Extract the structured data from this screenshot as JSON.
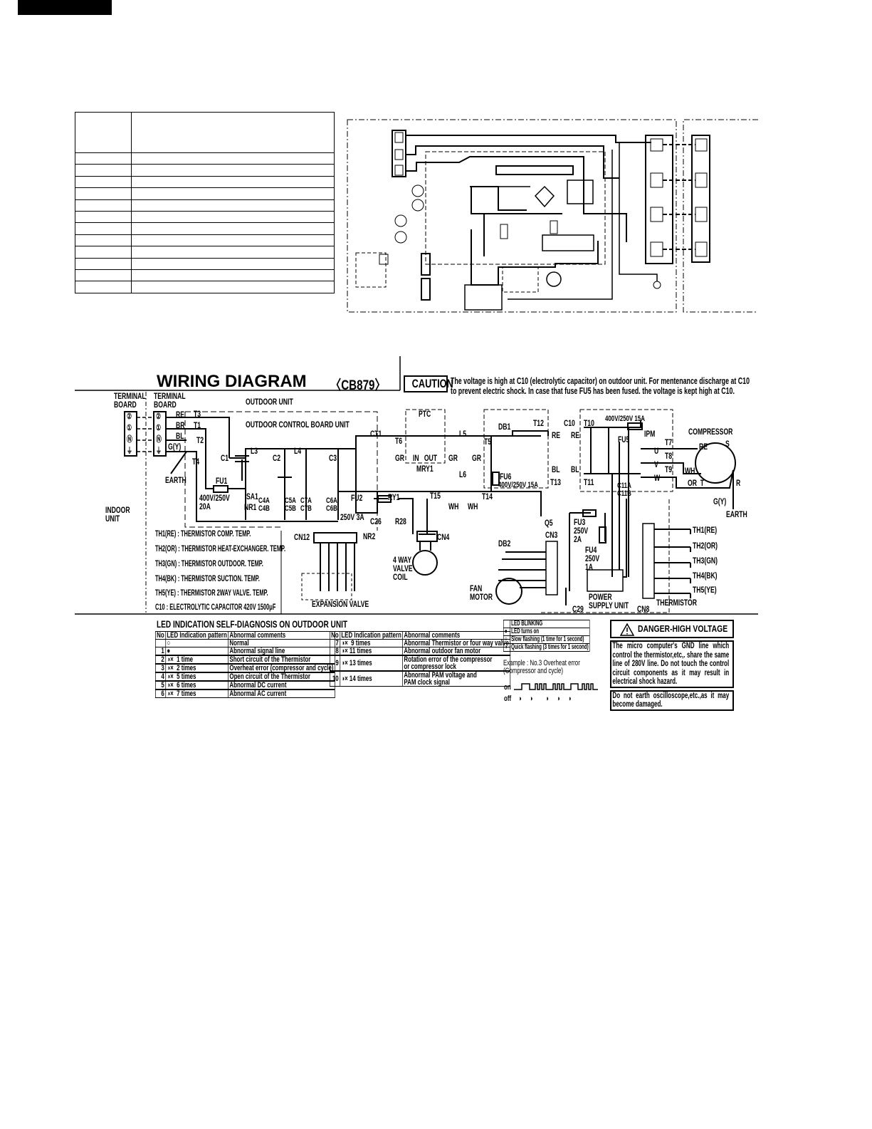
{
  "header": {
    "title": "WIRING DIAGRAM",
    "code": "〈CB879〉"
  },
  "caution": {
    "label": "CAUTION",
    "text": "The voltage is high at C10 (electrolytic capacitor) on outdoor unit. For mentenance discharge at C10\nto prevent electric shock. In case that fuse FU5 has been fused. the voltage is kept high at C10."
  },
  "diagram": {
    "tb_left": "TERMINAL\nBOARD",
    "tb_right": "TERMINAL\nBOARD",
    "term": [
      "②",
      "①",
      "Ⓝ",
      "⏚"
    ],
    "re": "RE",
    "br": "BR",
    "bl": "BL",
    "gy": "G(Y)",
    "t3": "T3",
    "t1": "T1",
    "t2": "T2",
    "t4": "T4",
    "earth1": "EARTH",
    "outdoor_unit": "OUTDOOR UNIT",
    "control_board": "OUTDOOR CONTROL BOARD UNIT",
    "indoor_unit": "INDOOR\nUNIT",
    "c1": "C1",
    "l3": "L3",
    "c2": "C2",
    "l4": "L4",
    "c3": "C3",
    "fu1": "FU1",
    "fu1_rating": "400V/250V\n20A",
    "sa1": "SA1",
    "nr1": "NR1",
    "c4": "C4A\nC4B",
    "c5": "C5A\nC5B",
    "c7": "C7A\nC7B",
    "c6": "C6A\nC6B",
    "ct1": "CT1",
    "t6": "T6",
    "gr1": "GR",
    "ptc": "PTC",
    "in_out": "IN   OUT",
    "mry1": "MRY1",
    "l5": "L5",
    "gr2": "GR",
    "gr3": "GR",
    "t5": "T5",
    "l6": "L6",
    "t15": "T15",
    "wh1": "WH",
    "wh2": "WH",
    "t14": "T14",
    "fu2": "FU2",
    "fu2_rating": "250V 3A",
    "c26": "C26",
    "ry1": "RY1",
    "r28": "R28",
    "nr2": "NR2",
    "cn4": "CN4",
    "cn12": "CN12",
    "valve_coil": "4 WAY\nVALVE\nCOIL",
    "expansion_valve": "EXPANSION VALVE",
    "db1": "DB1",
    "fu6": "FU6",
    "fu6_rating": "400V/250V 15A",
    "db2": "DB2",
    "q5": "Q5",
    "t12": "T12",
    "c10": "C10",
    "re2": "RE",
    "re3": "RE",
    "bl2": "BL",
    "bl3": "BL",
    "t13": "T13",
    "t10": "T10",
    "t11": "T11",
    "fu5_rating": "400V/250V 15A",
    "fu5": "FU5",
    "ipm": "IPM",
    "u": "U",
    "v": "V",
    "w": "W",
    "t7": "T7",
    "t8": "T8",
    "t9": "T9",
    "c11": "C11A\nC11B",
    "compressor": "COMPRESSOR",
    "re4": "RE",
    "s": "S",
    "wh3": "WH",
    "or_t": "OR  T",
    "r": "R",
    "gy2": "G(Y)",
    "earth2": "EARTH",
    "fu3": "FU3\n250V\n2A",
    "fu4": "FU4\n250V\n1A",
    "cn3": "CN3",
    "fan_motor": "FAN\nMOTOR",
    "power_supply": "POWER\nSUPPLY UNIT",
    "c29": "C29",
    "cn8": "CN8",
    "thermistor": "THERMISTOR",
    "th_labels": [
      "TH1(RE)",
      "TH2(OR)",
      "TH3(GN)",
      "TH4(BK)",
      "TH5(YE)"
    ]
  },
  "legend_notes": [
    "TH1(RE) : THERMISTOR COMP. TEMP.",
    "TH2(OR) : THERMISTOR HEAT-EXCHANGER. TEMP.",
    "TH3(GN) : THERMISTOR OUTDOOR. TEMP.",
    "TH4(BK) : THERMISTOR SUCTION. TEMP.",
    "TH5(YE) : THERMISTOR 2WAY VALVE. TEMP.",
    "C10 : ELECTROLYTIC CAPACITOR 420V 1500μF"
  ],
  "led": {
    "title": "LED INDICATION SELF-DIAGNOSIS ON OUTDOOR UNIT",
    "headers": [
      "No",
      "LED Indication pattern",
      "Abnormal comments"
    ],
    "table1": [
      {
        "no": "",
        "pattern": "○",
        "comment": "Normal"
      },
      {
        "no": "1",
        "pattern": "●",
        "comment": "Abnormal signal line"
      },
      {
        "no": "2",
        "pattern": "◑×  1 time",
        "comment": "Short circuit of the Thermistor"
      },
      {
        "no": "3",
        "pattern": "◑×  2 times",
        "comment": "Overheat error (compressor and cycle)"
      },
      {
        "no": "4",
        "pattern": "◑×  5 times",
        "comment": "Open circuit of the Thermistor"
      },
      {
        "no": "5",
        "pattern": "◑×  6 times",
        "comment": "Abnormal DC current"
      },
      {
        "no": "6",
        "pattern": "◑×  7 times",
        "comment": "Abnormal AC current"
      }
    ],
    "table2": [
      {
        "no": "7",
        "pattern": "◑×  9 times",
        "comment": "Abnormal Thermistor or four way valve"
      },
      {
        "no": "8",
        "pattern": "◑× 11 times",
        "comment": "Abnormal outdoor fan motor"
      },
      {
        "no": "9",
        "pattern": "◑× 13 times",
        "comment": "Rotation error of the compressor\nor compressor lock"
      },
      {
        "no": "10",
        "pattern": "◑× 14 times",
        "comment": "Abnormal PAM voltage and\nPAM clock signal"
      }
    ],
    "blink_header": "LED BLINKING",
    "blink": [
      {
        "sym": "●",
        "text": "LED turns on"
      },
      {
        "sym": "○",
        "text": "Slow flashing (1 time for 1 second)"
      },
      {
        "sym": "◑",
        "text": "Quick flashing (3 times for 1 second)"
      }
    ],
    "example": "Example : No.3 Overheat error\n(Compressor and cycle)",
    "on": "on",
    "off": "off",
    "off_symbols": "◑     ◑        ◑     ◑     ◑"
  },
  "danger": {
    "title": "DANGER-HIGH VOLTAGE",
    "text1": "The micro computer's GND line which control the thermistor,etc,. share the same line of 280V line. Do not touch the control circuit components as it may result in electrical shock hazard.",
    "text2": "Do not earth oscilloscope,etc.,as it may become damaged."
  }
}
